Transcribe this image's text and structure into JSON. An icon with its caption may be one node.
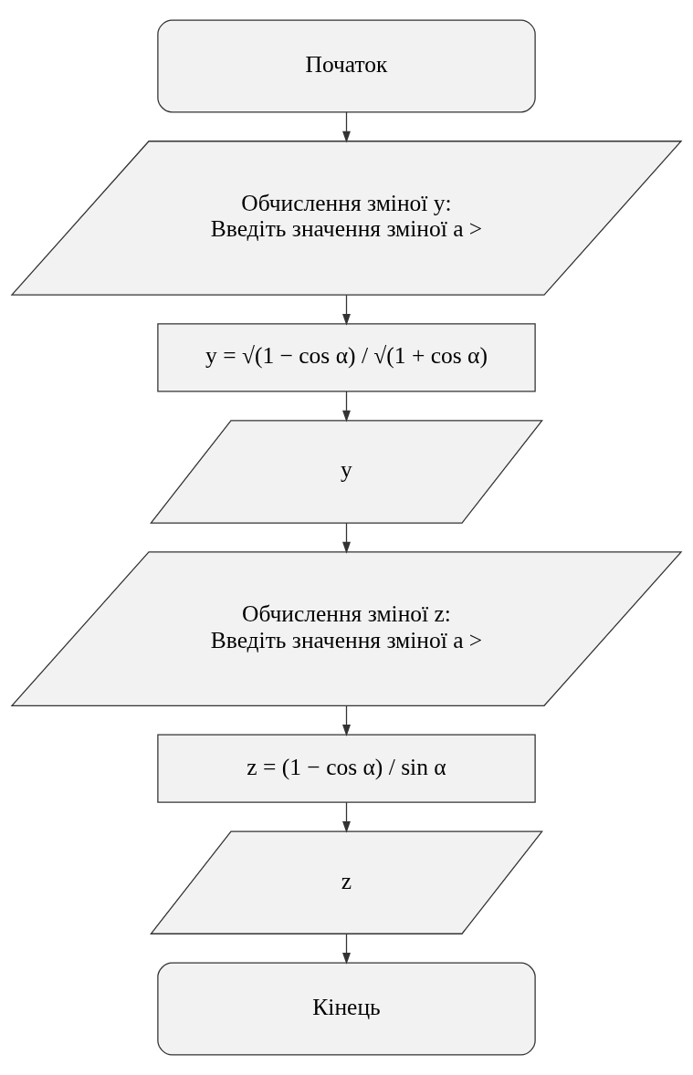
{
  "diagram": {
    "nodes": [
      {
        "text": [
          "Початок"
        ]
      },
      {
        "text": [
          "Обчислення зміної y:",
          "Введіть значення зміної a >"
        ]
      },
      {
        "text": [
          "y = √(1 − cos α) / √(1 + cos α)"
        ]
      },
      {
        "text": [
          "y"
        ]
      },
      {
        "text": [
          "Обчислення зміної z:",
          "Введіть значення зміної a >"
        ]
      },
      {
        "text": [
          "z = (1 − cos α) / sin α"
        ]
      },
      {
        "text": [
          "z"
        ]
      },
      {
        "text": [
          "Кінець"
        ]
      }
    ],
    "edges": [
      {
        "from": 0,
        "to": 1,
        "arrow": "to"
      },
      {
        "from": 1,
        "to": 2,
        "arrow": "to"
      },
      {
        "from": 2,
        "to": 3,
        "arrow": "to"
      },
      {
        "from": 3,
        "to": 4,
        "arrow": "to"
      },
      {
        "from": 4,
        "to": 5,
        "arrow": "to"
      },
      {
        "from": 5,
        "to": 6,
        "arrow": "to"
      },
      {
        "from": 6,
        "to": 7,
        "arrow": "to"
      }
    ]
  }
}
